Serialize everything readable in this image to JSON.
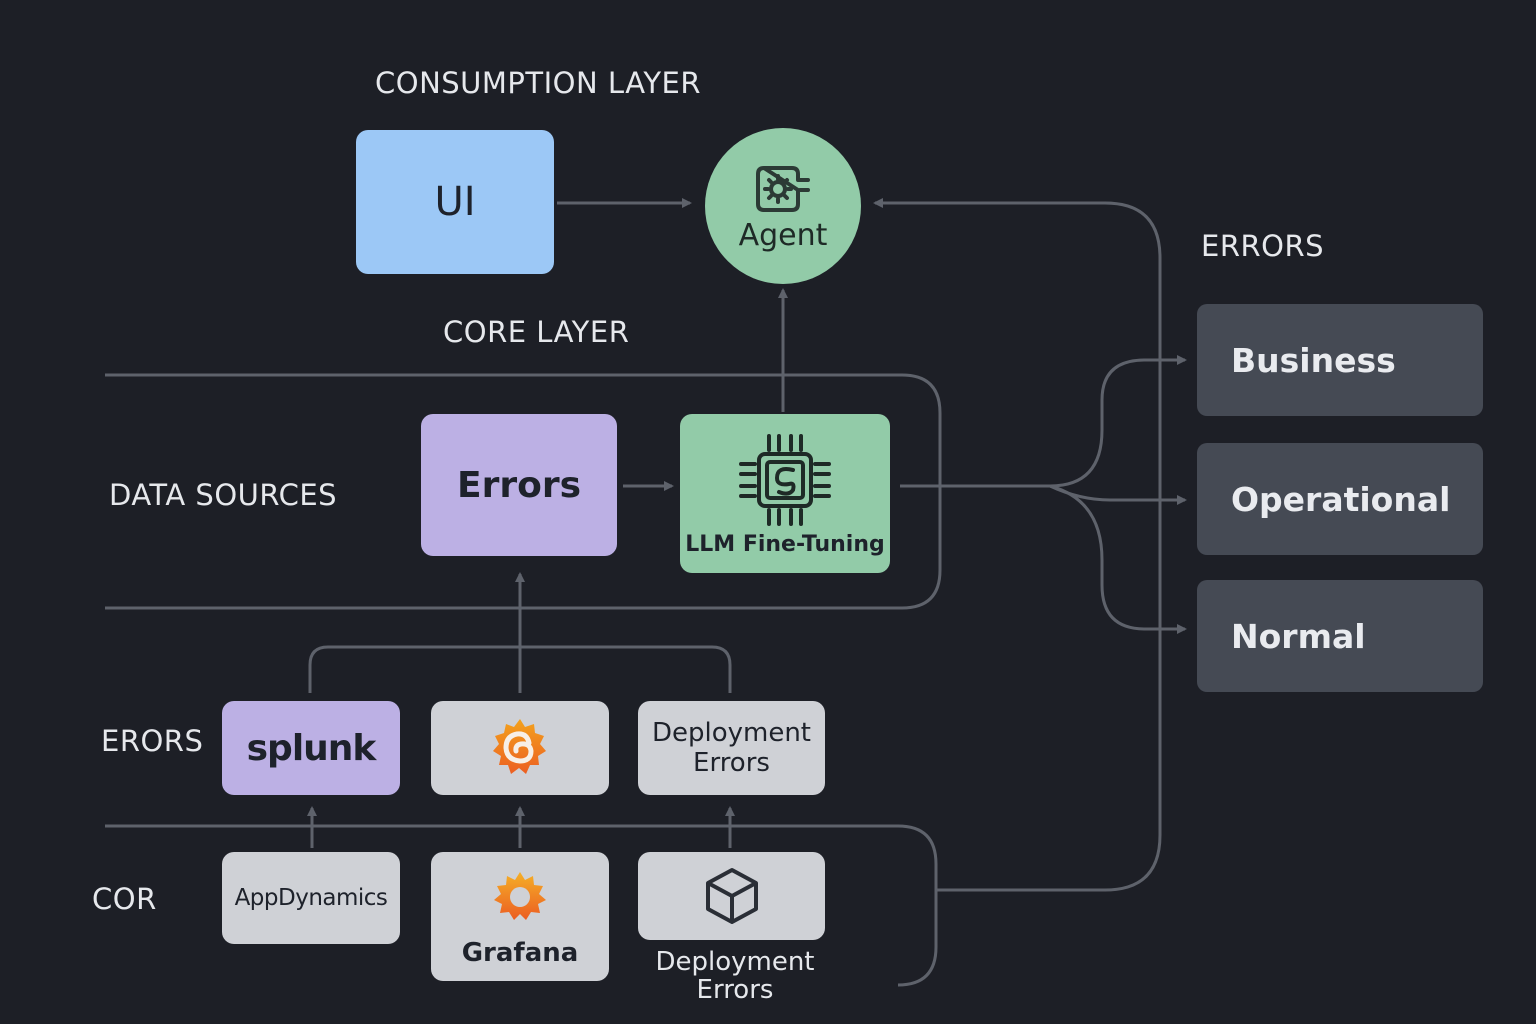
{
  "labels": {
    "consumption_layer": "CONSUMPTION LAYER",
    "core_layer": "CORE LAYER",
    "data_sources": "DATA SOURCES",
    "errors_right": "ERRORS",
    "erors_left": "ERORS",
    "cor": "COR"
  },
  "nodes": {
    "ui": "UI",
    "agent": "Agent",
    "errors": "Errors",
    "llm": "LLM Fine-Tuning",
    "splunk": "splunk",
    "deployment_errors_line1": "Deployment",
    "deployment_errors_line2": "Errors",
    "appdynamics": "AppDynamics",
    "grafana": "Grafana",
    "deployment_errors_bottom_line1": "Deployment",
    "deployment_errors_bottom_line2": "Errors"
  },
  "categories": {
    "business": "Business",
    "operational": "Operational",
    "normal": "Normal"
  },
  "icons": {
    "agent": "gear-plug-icon",
    "llm": "chip-icon",
    "grafana_top": "grafana-swirl-icon",
    "grafana_bottom": "grafana-gear-icon",
    "deployment": "cube-icon"
  },
  "colors": {
    "background": "#1d1f26",
    "ui": "#9cc8f6",
    "agent": "#92cba8",
    "errors": "#bcb0e4",
    "llm": "#92cba8",
    "source": "#cfd1d6",
    "category": "#454a54",
    "wire": "#5e626b",
    "grafana_orange": "#f08a1f"
  }
}
